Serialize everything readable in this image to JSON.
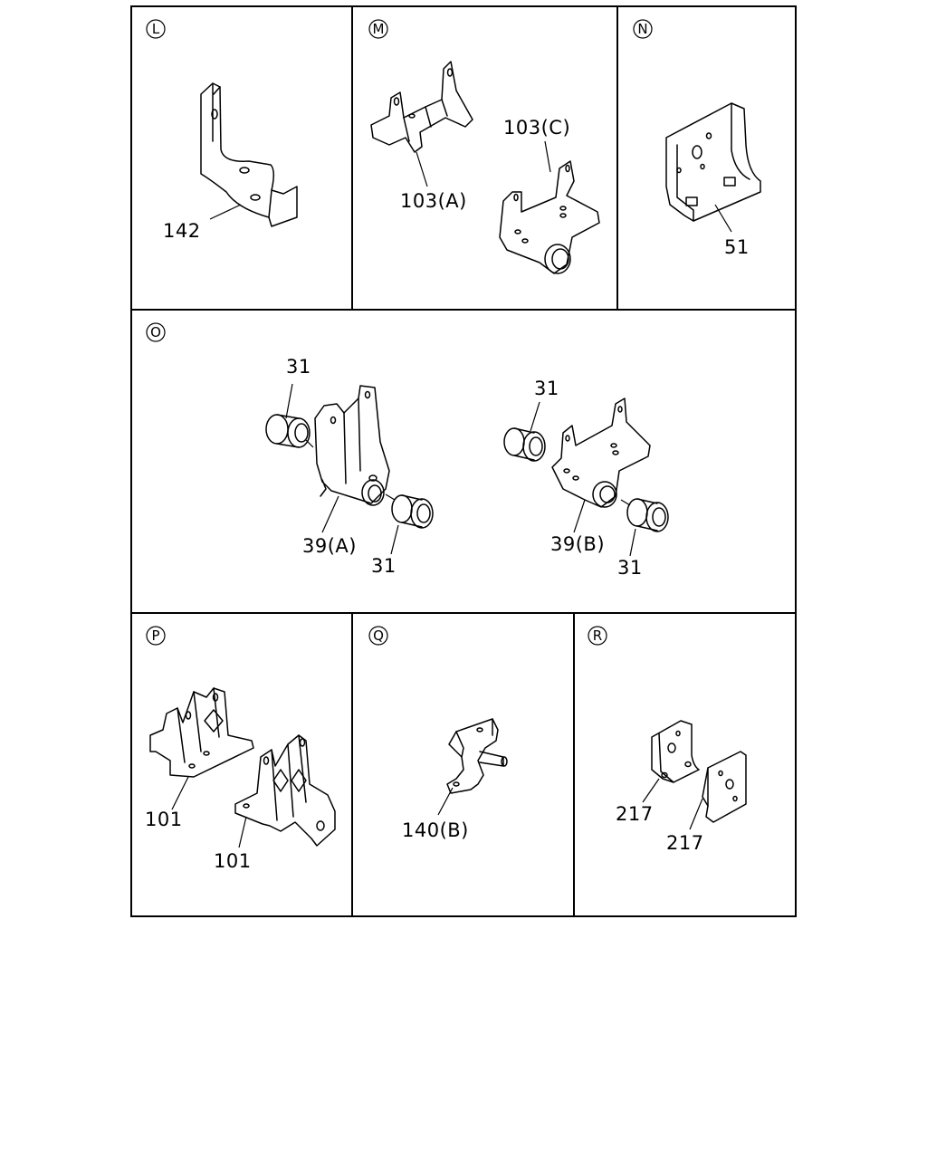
{
  "panels": [
    {
      "letter": "L",
      "callouts": [
        "142"
      ]
    },
    {
      "letter": "M",
      "callouts": [
        "103(A)",
        "103(C)"
      ]
    },
    {
      "letter": "N",
      "callouts": [
        "51"
      ]
    },
    {
      "letter": "O",
      "callouts": [
        "31",
        "39(A)",
        "31",
        "31",
        "39(B)",
        "31"
      ]
    },
    {
      "letter": "P",
      "callouts": [
        "101",
        "101"
      ]
    },
    {
      "letter": "Q",
      "callouts": [
        "140(B)"
      ]
    },
    {
      "letter": "R",
      "callouts": [
        "217",
        "217"
      ]
    }
  ]
}
